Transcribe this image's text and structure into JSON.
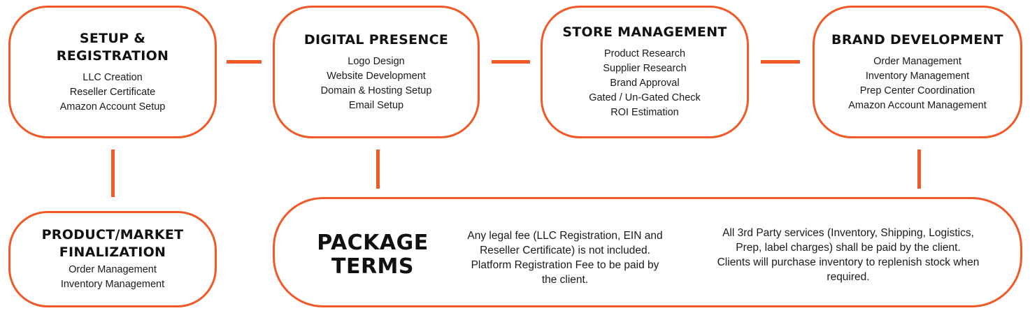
{
  "boxes": {
    "setup": {
      "title_line1": "SETUP &",
      "title_line2": "REGISTRATION",
      "items": [
        "LLC Creation",
        "Reseller Certificate",
        "Amazon Account Setup"
      ]
    },
    "digital": {
      "title": "DIGITAL PRESENCE",
      "items": [
        "Logo Design",
        "Website Development",
        "Domain & Hosting Setup",
        "Email Setup"
      ]
    },
    "store": {
      "title": "STORE MANAGEMENT",
      "items": [
        "Product Research",
        "Supplier Research",
        "Brand Approval",
        "Gated / Un-Gated Check",
        "ROI Estimation"
      ]
    },
    "brand": {
      "title": "BRAND DEVELOPMENT",
      "items": [
        "Order Management",
        "Inventory Management",
        "Prep Center Coordination",
        "Amazon Account Management"
      ]
    },
    "product": {
      "title_line1": "PRODUCT/MARKET",
      "title_line2": "FINALIZATION",
      "items": [
        "Order Management",
        "Inventory Management"
      ]
    }
  },
  "terms": {
    "title_line1": "PACKAGE",
    "title_line2": "TERMS",
    "col1": [
      "Any legal fee (LLC Registration, EIN and",
      "Reseller Certificate) is not included.",
      "Platform Registration Fee to be paid by",
      "the client."
    ],
    "col2": [
      "All 3rd Party services (Inventory, Shipping, Logistics,",
      "Prep, label charges) shall be paid by the client.",
      "Clients will purchase inventory to replenish stock when",
      "required."
    ]
  },
  "colors": {
    "accent": "#F05A28",
    "text": "#111111",
    "background": "#ffffff"
  }
}
